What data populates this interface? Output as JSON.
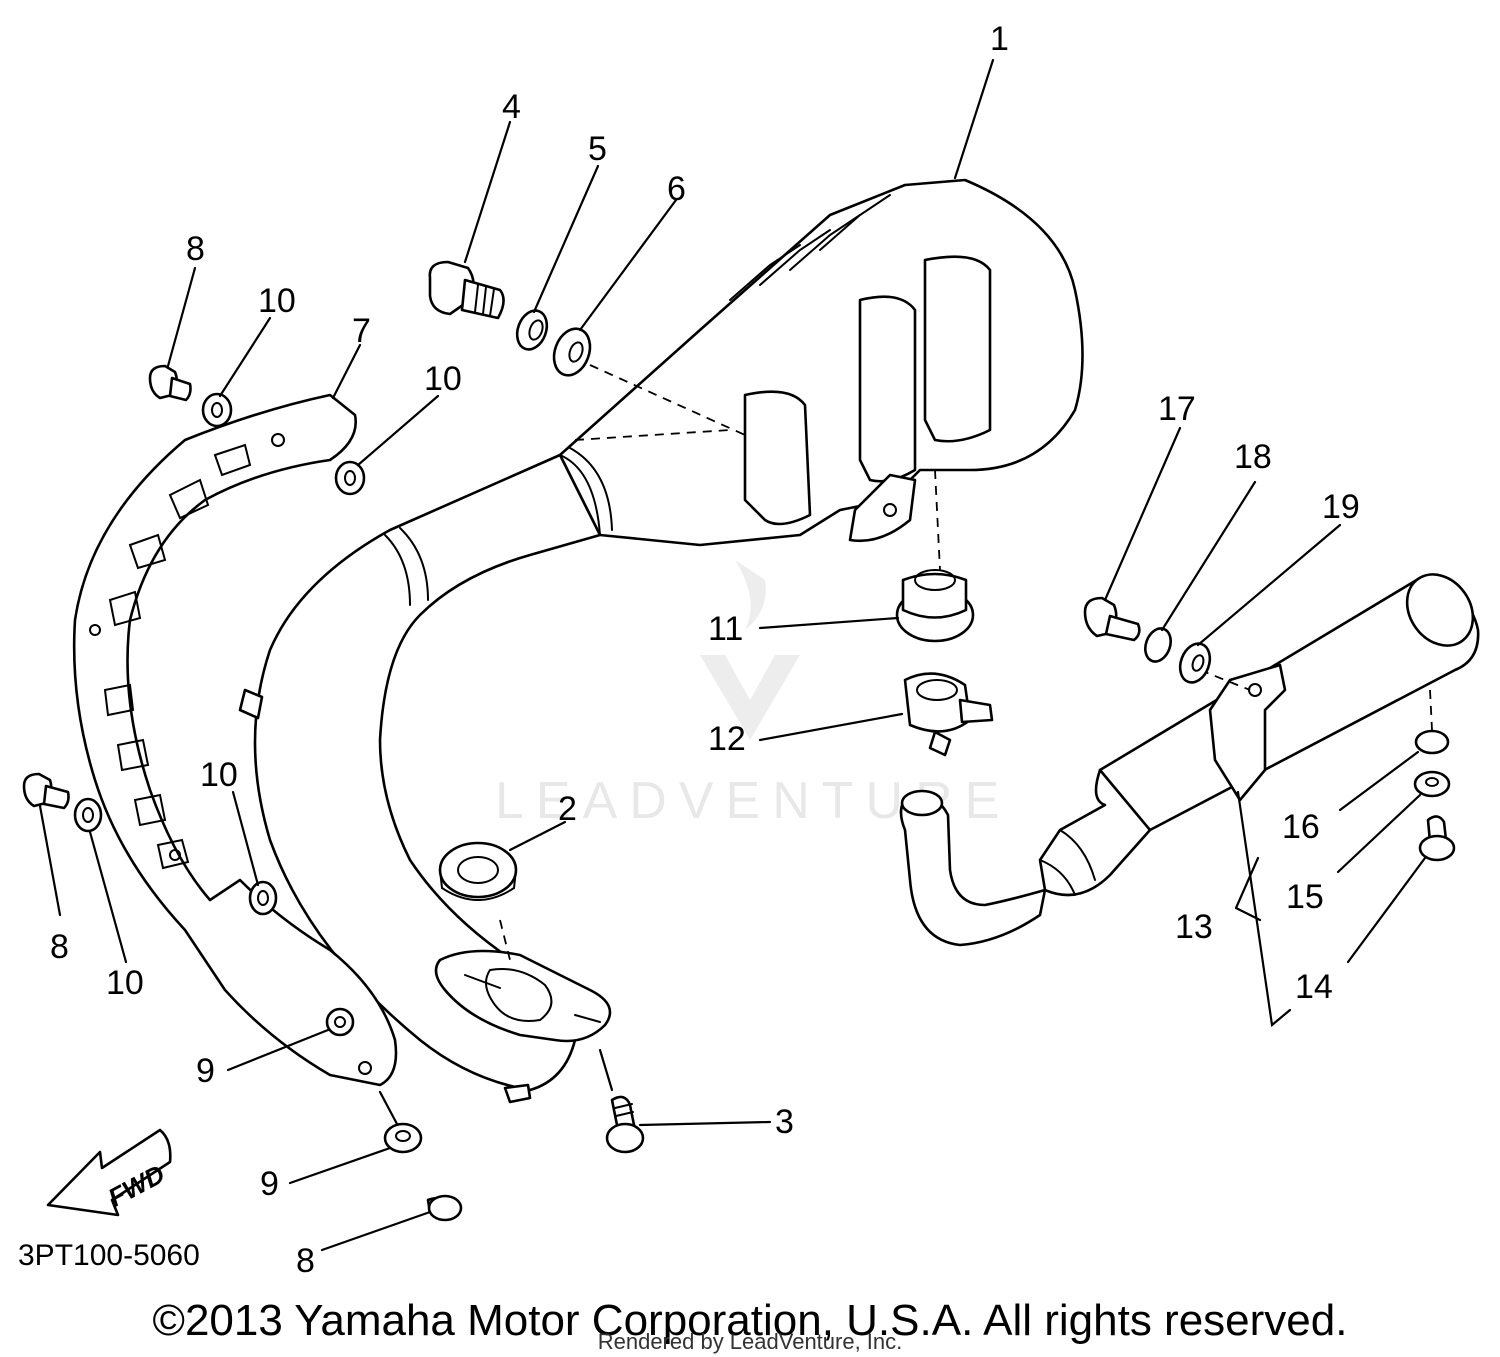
{
  "diagram": {
    "callouts": [
      "1",
      "2",
      "3",
      "4",
      "5",
      "6",
      "7",
      "8",
      "8",
      "8",
      "9",
      "9",
      "10",
      "10",
      "10",
      "10",
      "11",
      "12",
      "13",
      "14",
      "15",
      "16",
      "17",
      "18",
      "19"
    ],
    "watermark": "LEADVENTURE",
    "forward_arrow_label": "FWD",
    "diagram_code": "3PT100-5060",
    "copyright": "©2013 Yamaha Motor Corporation, U.S.A. All rights reserved.",
    "rendered_by": "Rendered by LeadVenture, Inc."
  }
}
